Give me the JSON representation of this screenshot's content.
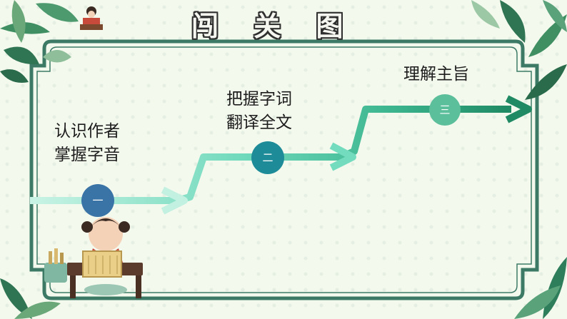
{
  "title": "闯 关 图",
  "steps": [
    {
      "number": "一",
      "lines": [
        "认识作者",
        "掌握字音"
      ],
      "color": "#3a73a6"
    },
    {
      "number": "二",
      "lines": [
        "把握字词",
        "翻译全文"
      ],
      "color": "#1e8c98"
    },
    {
      "number": "三",
      "lines": [
        "理解主旨"
      ],
      "color": "#5cbf9c"
    }
  ],
  "colors": {
    "frame": "#3d7a66",
    "arrow_light": "#a8ecd6",
    "arrow_mid": "#5fd3b3",
    "arrow_dark": "#22906a",
    "background": "#f4f9ee"
  },
  "decorations": [
    "bamboo-leaves-icon",
    "child-reading-scroll-illustration",
    "small-reader-icon"
  ]
}
